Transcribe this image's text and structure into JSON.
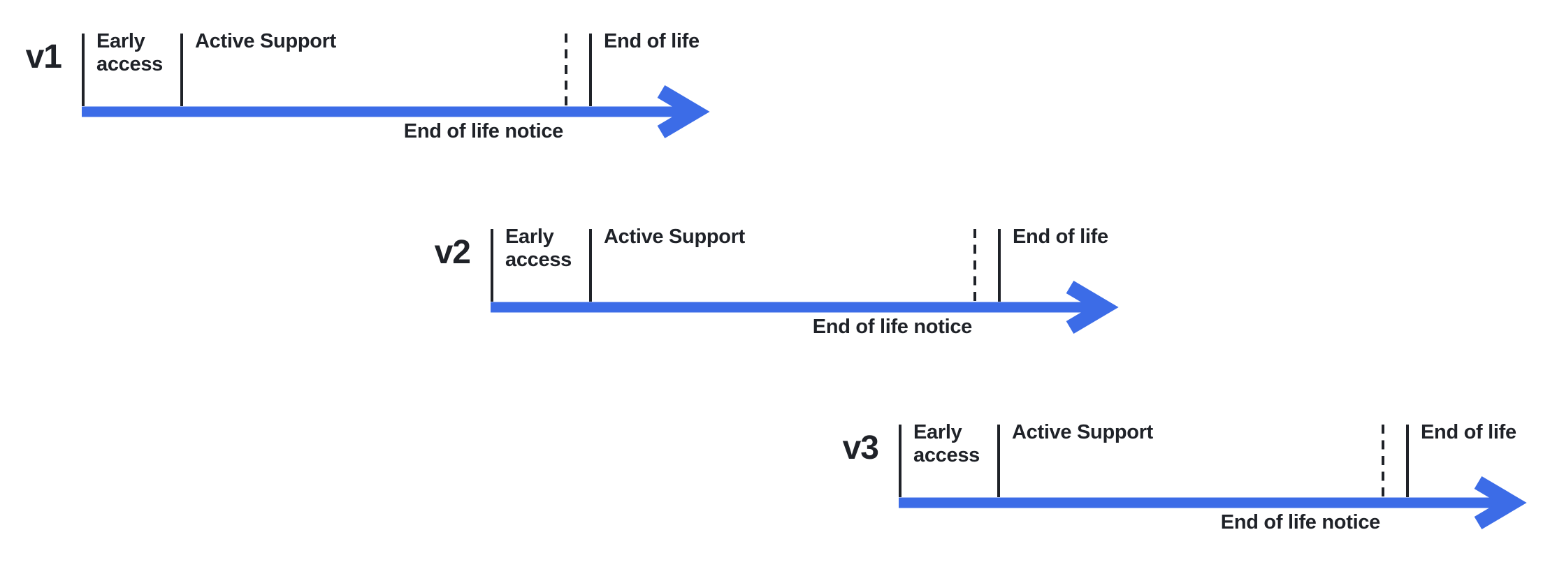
{
  "colors": {
    "arrow_blue": "#3C6CE7",
    "text_dark": "#1F2228"
  },
  "timelines": [
    {
      "version": "v1",
      "phases": {
        "early_access": "Early access",
        "active_support": "Active Support",
        "end_of_life": "End of life"
      },
      "notice": "End of life notice"
    },
    {
      "version": "v2",
      "phases": {
        "early_access": "Early access",
        "active_support": "Active Support",
        "end_of_life": "End of life"
      },
      "notice": "End of life notice"
    },
    {
      "version": "v3",
      "phases": {
        "early_access": "Early access",
        "active_support": "Active Support",
        "end_of_life": "End of life"
      },
      "notice": "End of life notice"
    }
  ]
}
